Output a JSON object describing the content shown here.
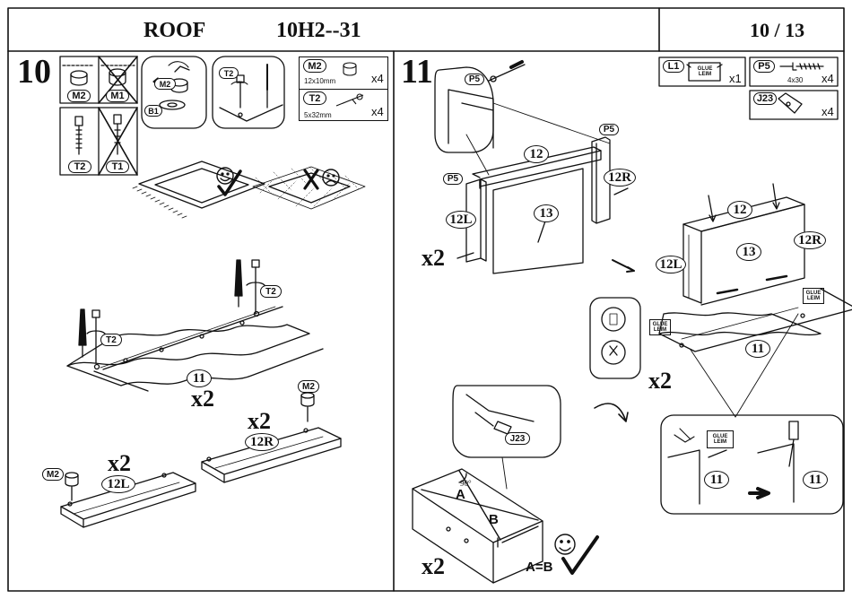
{
  "header": {
    "title": "ROOF",
    "model": "10H2--31",
    "page": "10 / 13"
  },
  "step10": {
    "number": "10",
    "part_labels": {
      "m2": "M2",
      "m1": "M1",
      "t2": "T2",
      "t1": "T1",
      "b1": "B1"
    },
    "hardware": [
      {
        "code": "M2",
        "size": "12x10mm",
        "qty": "x4"
      },
      {
        "code": "T2",
        "size": "5x32mm",
        "qty": "x4"
      }
    ],
    "panels": [
      {
        "label": "11",
        "mult": "x2"
      },
      {
        "label": "12R",
        "mult": "x2"
      },
      {
        "label": "12L",
        "mult": "x2"
      }
    ],
    "icon_labels": {
      "t2_a": "T2",
      "t2_b": "T2",
      "m2_a": "M2",
      "m2_b": "M2"
    }
  },
  "step11": {
    "number": "11",
    "hardware": [
      {
        "code": "L1",
        "qty": "x1",
        "text": "GLUE LEIM"
      },
      {
        "code": "P5",
        "size": "4x30",
        "qty": "x4"
      },
      {
        "code": "J23",
        "qty": "x4"
      }
    ],
    "labels": {
      "p5_a": "P5",
      "p5_b": "P5",
      "p5_c": "P5",
      "p12": "12",
      "p12r": "12R",
      "p12l": "12L",
      "p13": "13",
      "p12b": "12",
      "p12rb": "12R",
      "p12lb": "12L",
      "p13b": "13",
      "p11": "11",
      "p11a": "11",
      "p11b": "11",
      "j23": "J23",
      "glue_a": "GLUE LEIM",
      "glue_b": "GLUE LEIM",
      "glue_c": "GLUE LEIM"
    },
    "mult_a": "x2",
    "mult_b": "x2",
    "mult_c": "x2",
    "angle": "90°",
    "diag_a": "A",
    "diag_b": "B",
    "equation": "A=B"
  }
}
